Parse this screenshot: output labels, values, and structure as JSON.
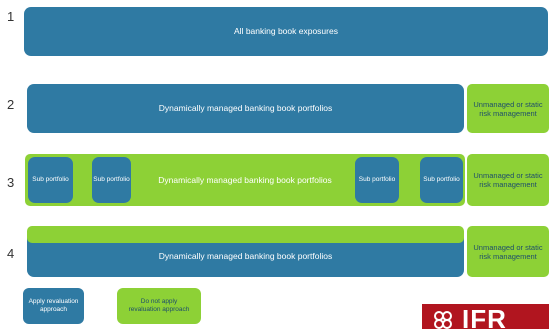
{
  "rows": [
    {
      "number": "1",
      "main_label": "All banking book exposures"
    },
    {
      "number": "2",
      "main_label": "Dynamically managed banking book portfolios",
      "side_label": "Unmanaged or static risk management"
    },
    {
      "number": "3",
      "main_label": "Dynamically managed banking book portfolios",
      "side_label": "Unmanaged or static risk management",
      "sub_label": "Sub portfolio"
    },
    {
      "number": "4",
      "main_label": "Dynamically managed banking book portfolios",
      "side_label": "Unmanaged or static risk management"
    }
  ],
  "legend": {
    "apply_label": "Apply revaluation approach",
    "not_apply_label": "Do not apply revaluation approach"
  },
  "logo_text": "IFR",
  "colors": {
    "blue": "#2f7aa3",
    "green": "#8dd136",
    "logo_red": "#b1151f"
  }
}
